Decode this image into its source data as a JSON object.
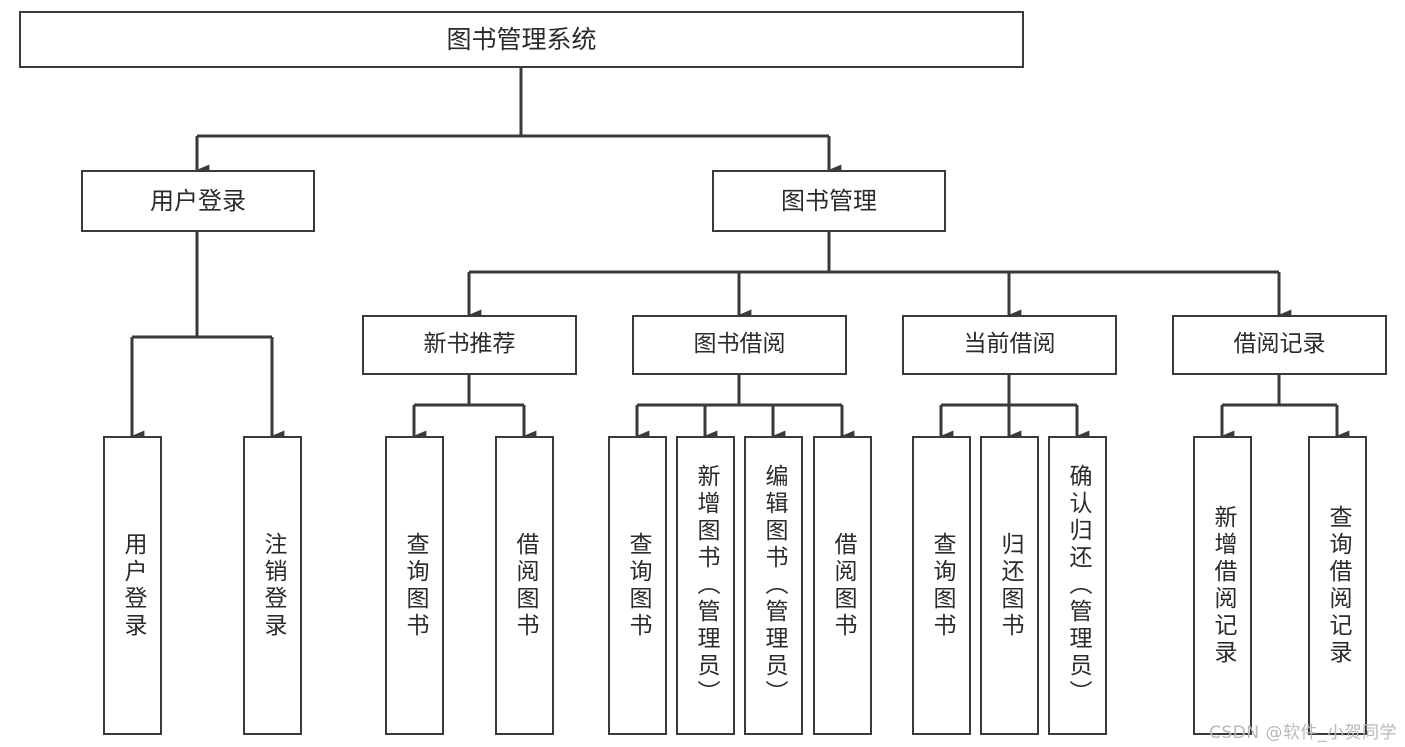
{
  "diagram": {
    "title": "图书管理系统",
    "type": "tree",
    "stroke_color": "#3a3a3a",
    "text_color": "#2b2b2b",
    "background_color": "#ffffff"
  },
  "root": {
    "label": "图书管理系统"
  },
  "level1": [
    {
      "label": "用户登录"
    },
    {
      "label": "图书管理"
    }
  ],
  "level2": [
    {
      "label": "新书推荐"
    },
    {
      "label": "图书借阅"
    },
    {
      "label": "当前借阅"
    },
    {
      "label": "借阅记录"
    }
  ],
  "leaves": [
    {
      "label": "用户登录"
    },
    {
      "label": "注销登录"
    },
    {
      "label": "查询图书"
    },
    {
      "label": "借阅图书"
    },
    {
      "label": "查询图书"
    },
    {
      "label": "新增图书（管理员）"
    },
    {
      "label": "编辑图书（管理员）"
    },
    {
      "label": "借阅图书"
    },
    {
      "label": "查询图书"
    },
    {
      "label": "归还图书"
    },
    {
      "label": "确认归还（管理员）"
    },
    {
      "label": "新增借阅记录"
    },
    {
      "label": "查询借阅记录"
    }
  ],
  "watermark": {
    "text": "CSDN @软件_小贺同学",
    "color": "#b9b9b9"
  }
}
